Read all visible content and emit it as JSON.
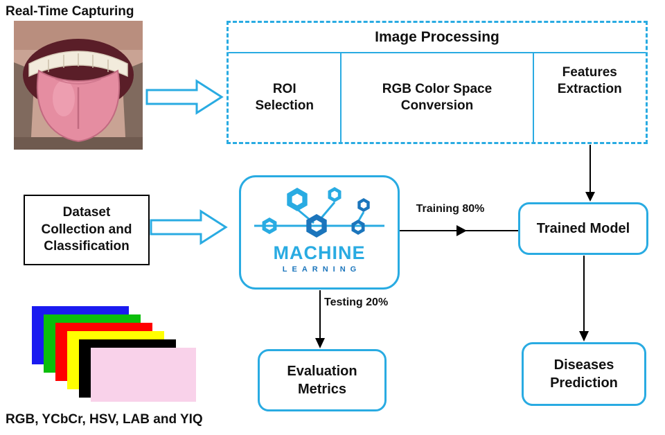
{
  "diagram": {
    "colors": {
      "accent": "#29ABE2",
      "logo_dark": "#1B75BC"
    },
    "capture_title": "Real-Time Capturing",
    "image_processing": {
      "title": "Image Processing",
      "steps": [
        {
          "label": "ROI Selection"
        },
        {
          "label": "RGB Color Space Conversion"
        },
        {
          "label": "Features Extraction"
        }
      ]
    },
    "dataset_box_label": "Dataset Collection and Classification",
    "ml_logo": {
      "title": "MACHINE",
      "subtitle": "LEARNING"
    },
    "trained_model_label": "Trained Model",
    "evaluation_label": "Evaluation Metrics",
    "prediction_label": "Diseases Prediction",
    "edge_labels": {
      "training": "Training 80%",
      "testing": "Testing 20%"
    },
    "color_spaces": {
      "label": "RGB, YCbCr, HSV, LAB and YIQ",
      "swatches": [
        "#1A1AF0",
        "#0BBE0B",
        "#FF0000",
        "#FFFF00",
        "#000000",
        "#F9D2EA"
      ]
    }
  }
}
